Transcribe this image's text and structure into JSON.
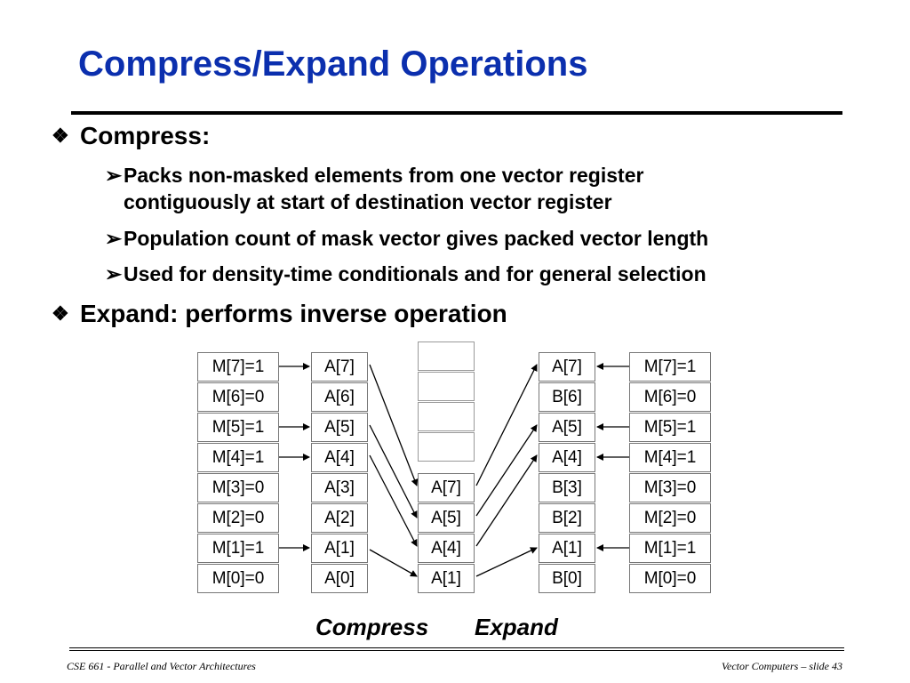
{
  "slide": {
    "title": "Compress/Expand Operations",
    "bullets": [
      {
        "text": "Compress:",
        "sub": [
          {
            "line1": "Packs non-masked elements from one vector register",
            "line2": "contiguously at start of destination vector register"
          },
          {
            "line1": "Population count of mask vector gives packed vector length"
          },
          {
            "line1": "Used for density-time conditionals and for general selection"
          }
        ]
      },
      {
        "text": "Expand: performs inverse operation"
      }
    ],
    "bullet_glyph": "❖",
    "sub_bullet_glyph": "➢"
  },
  "figure": {
    "mask_left": [
      "M[7]=1",
      "M[6]=0",
      "M[5]=1",
      "M[4]=1",
      "M[3]=0",
      "M[2]=0",
      "M[1]=1",
      "M[0]=0"
    ],
    "source_A": [
      "A[7]",
      "A[6]",
      "A[5]",
      "A[4]",
      "A[3]",
      "A[2]",
      "A[1]",
      "A[0]"
    ],
    "compressed": [
      "A[7]",
      "A[5]",
      "A[4]",
      "A[1]"
    ],
    "expanded": [
      "A[7]",
      "B[6]",
      "A[5]",
      "A[4]",
      "B[3]",
      "B[2]",
      "A[1]",
      "B[0]"
    ],
    "mask_right": [
      "M[7]=1",
      "M[6]=0",
      "M[5]=1",
      "M[4]=1",
      "M[3]=0",
      "M[2]=0",
      "M[1]=1",
      "M[0]=0"
    ],
    "caption_compress": "Compress",
    "caption_expand": "Expand"
  },
  "footer": {
    "left": "CSE 661 - Parallel and Vector Architectures",
    "right": "Vector Computers – slide 43"
  }
}
